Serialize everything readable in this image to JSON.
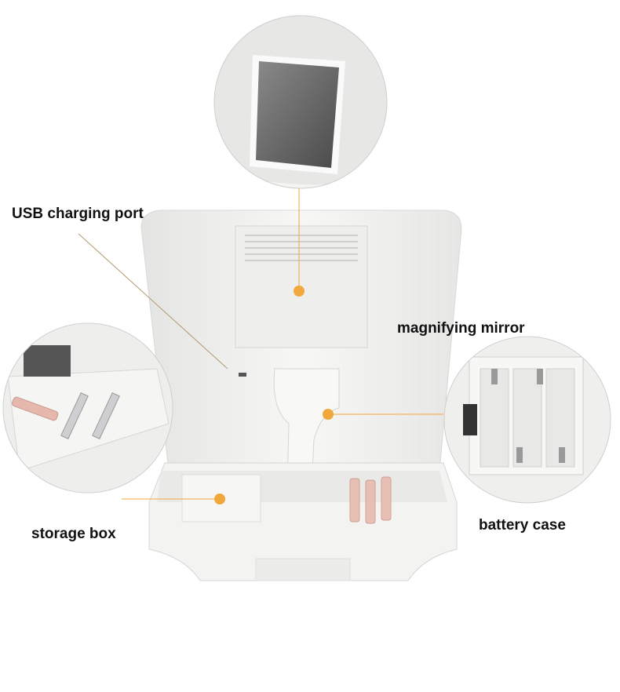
{
  "labels": {
    "usb_port": "USB charging port",
    "mirror": "magnifying mirror",
    "storage": "storage box",
    "battery": "battery case"
  },
  "colors": {
    "accent": "#f0a83c",
    "body": "#f1f1f0",
    "shadow": "#d9d9d7"
  }
}
